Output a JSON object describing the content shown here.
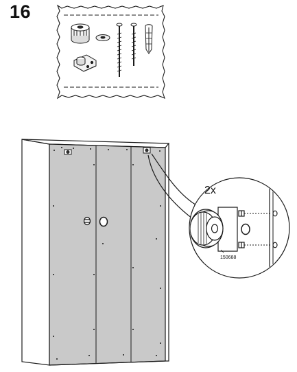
{
  "step": {
    "number": "16"
  },
  "detail": {
    "quantity": "2x",
    "part_number": "150688"
  },
  "colors": {
    "line": "#1a1a1a",
    "panel": "#c9c9c9",
    "paper": "#ffffff"
  },
  "icons": [
    "parts-bag-icon",
    "plastic-cam-icon",
    "washer-icon",
    "screw-icon",
    "wall-plug-icon",
    "wall-bracket-icon"
  ]
}
